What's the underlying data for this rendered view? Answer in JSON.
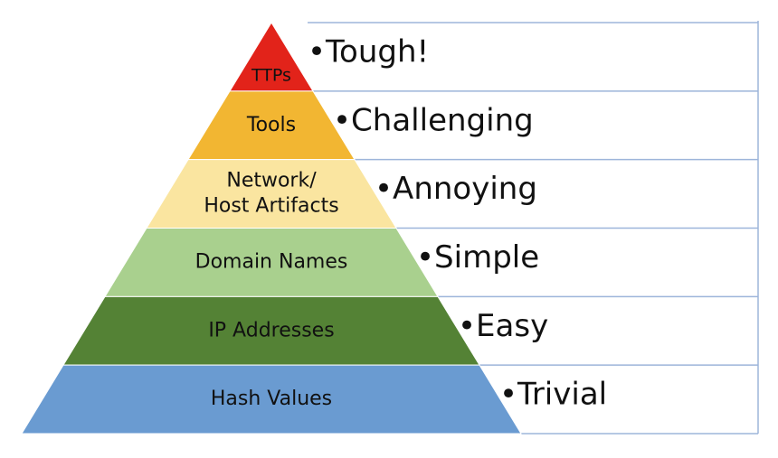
{
  "pyramid": {
    "tiers": [
      {
        "label_lines": [
          "TTPs"
        ],
        "color": "#e2231a",
        "difficulty": "Tough!"
      },
      {
        "label_lines": [
          "Tools"
        ],
        "color": "#f2b632",
        "difficulty": "Challenging"
      },
      {
        "label_lines": [
          "Network/",
          "Host Artifacts"
        ],
        "color": "#fae5a0",
        "difficulty": "Annoying"
      },
      {
        "label_lines": [
          "Domain Names"
        ],
        "color": "#a9d08e",
        "difficulty": "Simple"
      },
      {
        "label_lines": [
          "IP Addresses"
        ],
        "color": "#548235",
        "difficulty": "Easy"
      },
      {
        "label_lines": [
          "Hash Values"
        ],
        "color": "#6a9bd1",
        "difficulty": "Trivial"
      }
    ],
    "bullet": "•",
    "line_color": "#9db5da"
  }
}
